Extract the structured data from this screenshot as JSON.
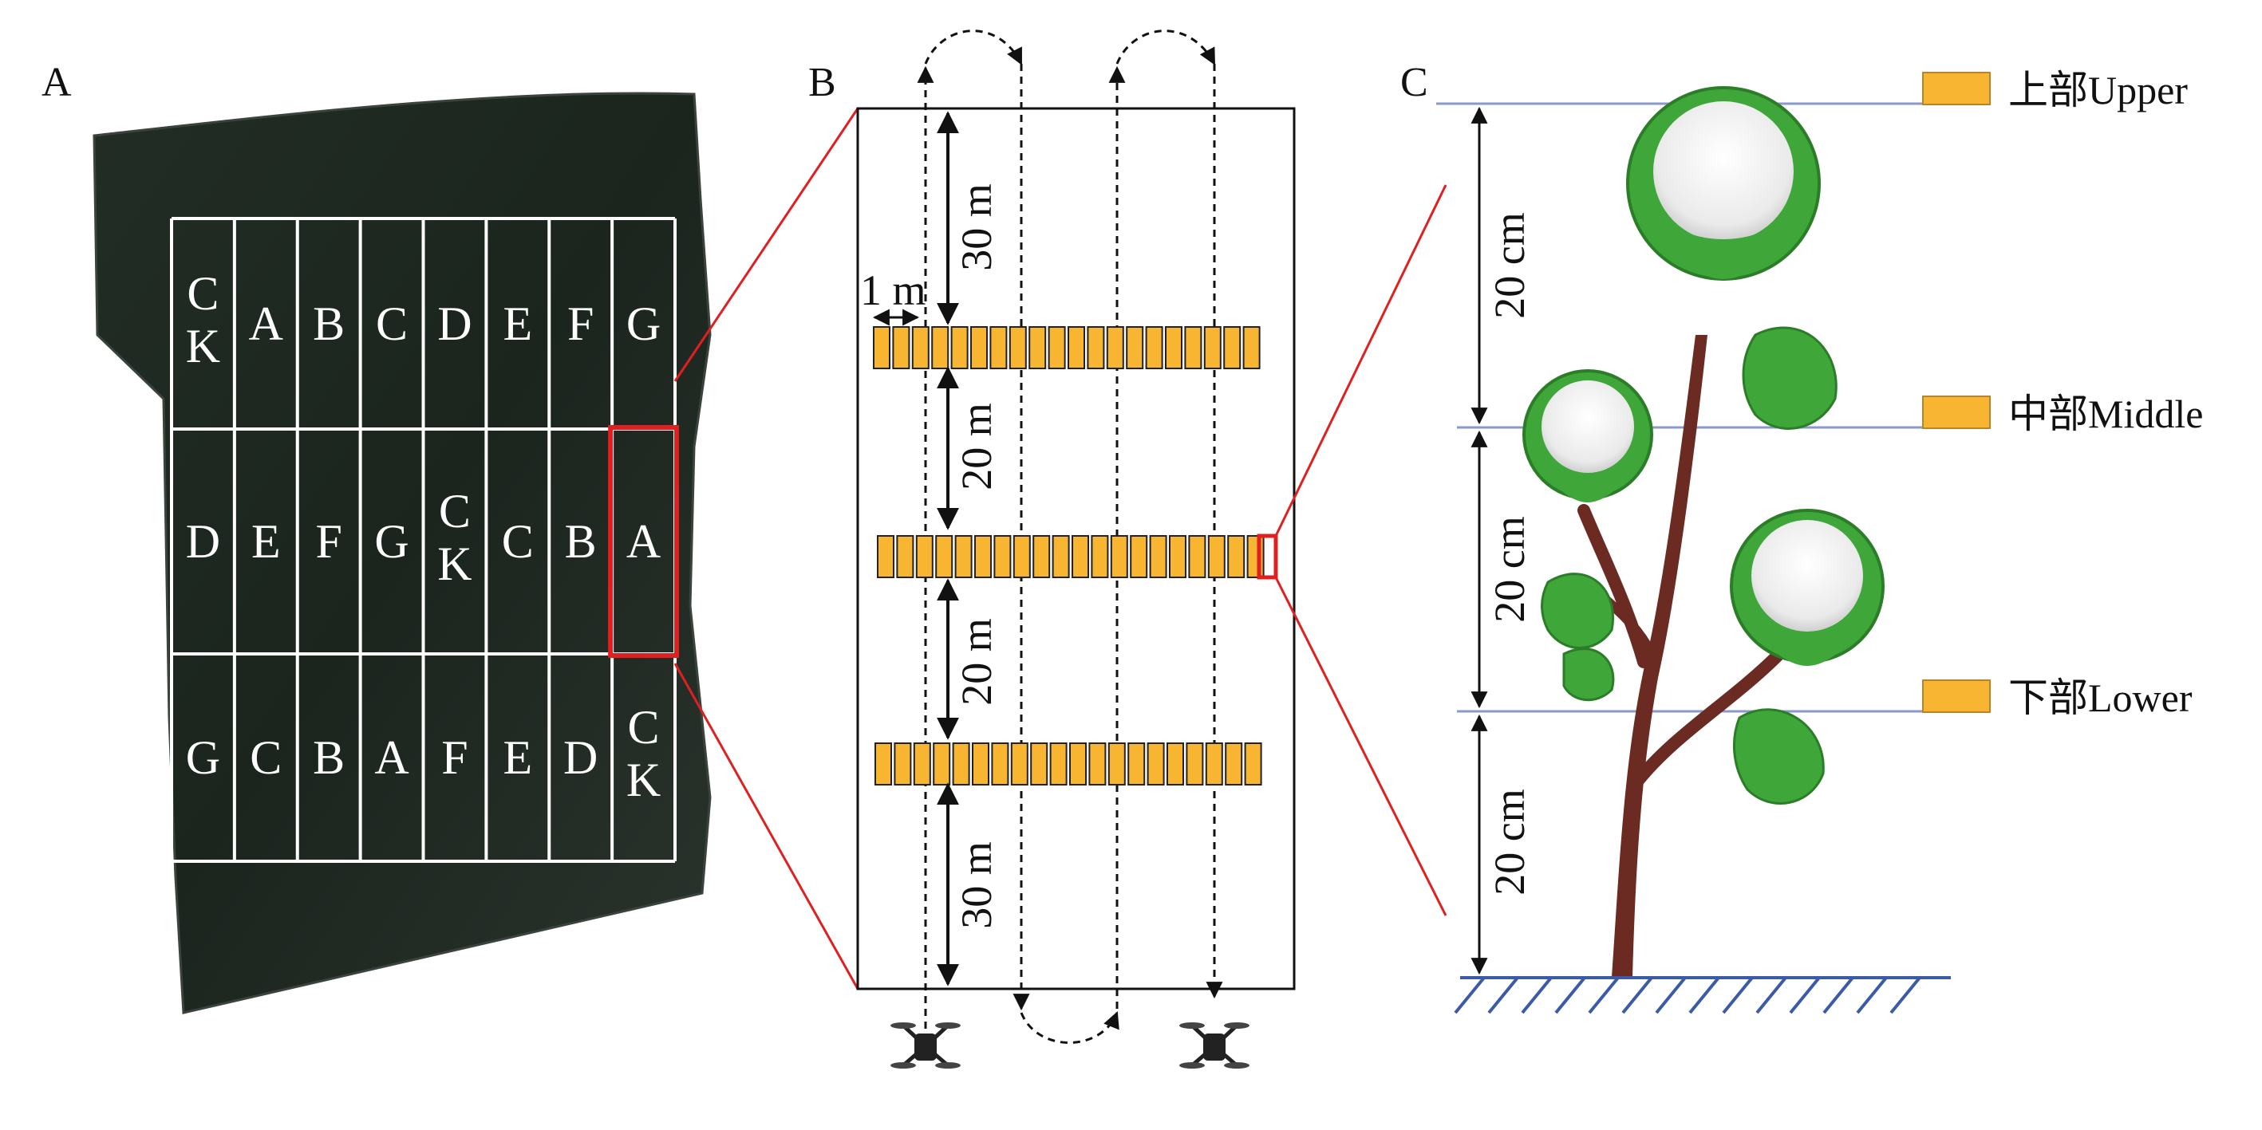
{
  "panels": {
    "a": {
      "label": "A"
    },
    "b": {
      "label": "B"
    },
    "c": {
      "label": "C"
    }
  },
  "field_plots": {
    "rows": [
      [
        "CK",
        "A",
        "B",
        "C",
        "D",
        "E",
        "F",
        "G"
      ],
      [
        "D",
        "E",
        "F",
        "G",
        "CK",
        "C",
        "B",
        "A"
      ],
      [
        "G",
        "C",
        "B",
        "A",
        "F",
        "E",
        "D",
        "CK"
      ]
    ],
    "highlighted": {
      "row": 1,
      "col": 7
    }
  },
  "layout_b": {
    "spacing_label": "1 m",
    "distances": [
      "30 m",
      "20 m",
      "20 m",
      "30 m"
    ],
    "markers_per_row": 20
  },
  "layout_c": {
    "heights": [
      "20 cm",
      "20 cm",
      "20 cm"
    ],
    "legend": [
      {
        "label": "上部Upper"
      },
      {
        "label": "中部Middle"
      },
      {
        "label": "下部Lower"
      }
    ]
  },
  "colors": {
    "field_bg": "#1f2a22",
    "grid_line": "#ffffff",
    "highlight": "#e02020",
    "marker_fill": "#f7b531",
    "marker_stroke": "#222222",
    "leaf": "#3fa63a",
    "stem": "#6b2a22",
    "ground": "#3b5ba8",
    "level_line": "#8a9ac8"
  }
}
